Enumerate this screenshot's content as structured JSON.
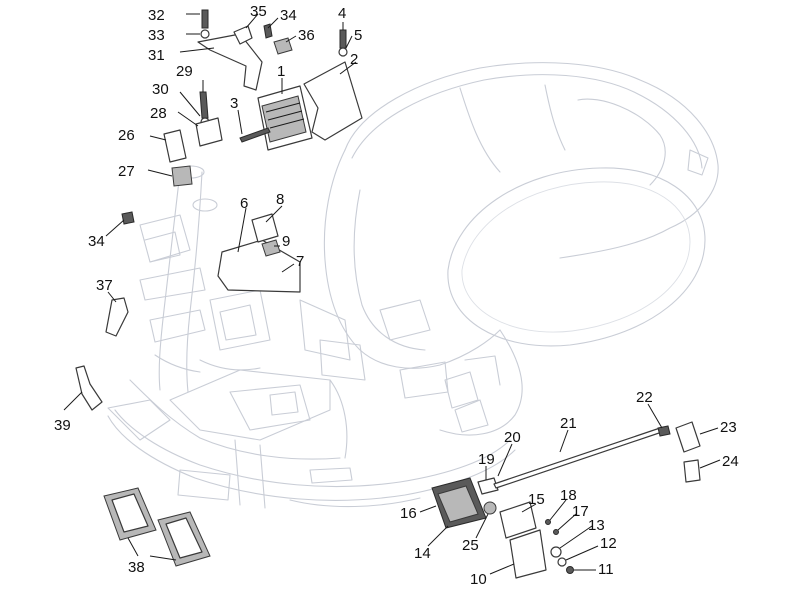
{
  "diagram": {
    "callouts": [
      {
        "label": "32"
      },
      {
        "label": "33"
      },
      {
        "label": "31"
      },
      {
        "label": "35"
      },
      {
        "label": "34"
      },
      {
        "label": "36"
      },
      {
        "label": "4"
      },
      {
        "label": "5"
      },
      {
        "label": "2"
      },
      {
        "label": "1"
      },
      {
        "label": "29"
      },
      {
        "label": "30"
      },
      {
        "label": "28"
      },
      {
        "label": "3"
      },
      {
        "label": "26"
      },
      {
        "label": "27"
      },
      {
        "label": "6"
      },
      {
        "label": "8"
      },
      {
        "label": "9"
      },
      {
        "label": "7"
      },
      {
        "label": "34"
      },
      {
        "label": "37"
      },
      {
        "label": "39"
      },
      {
        "label": "22"
      },
      {
        "label": "23"
      },
      {
        "label": "21"
      },
      {
        "label": "20"
      },
      {
        "label": "24"
      },
      {
        "label": "19"
      },
      {
        "label": "18"
      },
      {
        "label": "15"
      },
      {
        "label": "17"
      },
      {
        "label": "16"
      },
      {
        "label": "13"
      },
      {
        "label": "14"
      },
      {
        "label": "25"
      },
      {
        "label": "12"
      },
      {
        "label": "11"
      },
      {
        "label": "10"
      },
      {
        "label": "38"
      }
    ]
  }
}
